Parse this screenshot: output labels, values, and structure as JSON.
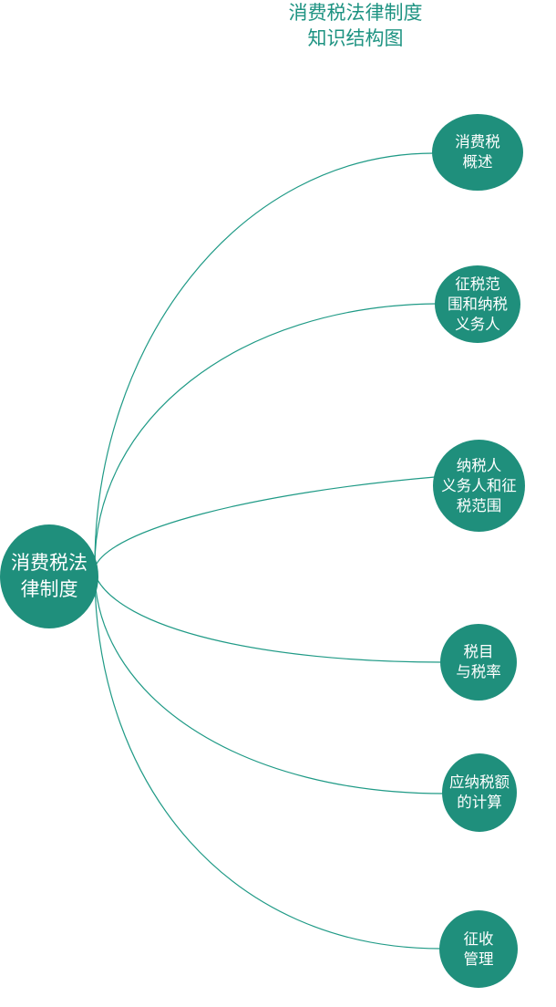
{
  "title": {
    "line1": "消费税法律制度",
    "line2": "知识结构图"
  },
  "colors": {
    "node_fill": "#1f8f7c",
    "edge_stroke": "#1f9a86",
    "title_text": "#1e9382",
    "node_text": "#ffffff"
  },
  "root": {
    "lines": [
      "消费税法",
      "律制度"
    ]
  },
  "children": [
    {
      "lines": [
        "消费税",
        "概述"
      ]
    },
    {
      "lines": [
        "征税范",
        "围和纳税",
        "义务人"
      ]
    },
    {
      "lines": [
        "纳税人",
        "义务人和征",
        "税范围"
      ]
    },
    {
      "lines": [
        "税目",
        "与税率"
      ]
    },
    {
      "lines": [
        "应纳税额",
        "的计算"
      ]
    },
    {
      "lines": [
        "征收",
        "管理"
      ]
    }
  ]
}
